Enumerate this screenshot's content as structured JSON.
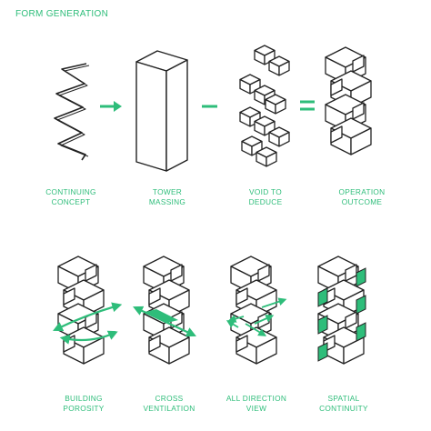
{
  "title": "FORM GENERATION",
  "accent": "#2ebd7a",
  "steps_row1": [
    {
      "line1": "CONTINUING",
      "line2": "CONCEPT"
    },
    {
      "line1": "TOWER",
      "line2": "MASSING"
    },
    {
      "line1": "VOID TO",
      "line2": "DEDUCE"
    },
    {
      "line1": "OPERATION",
      "line2": "OUTCOME"
    }
  ],
  "operators": [
    "arrow-right",
    "minus",
    "equals"
  ],
  "steps_row2": [
    {
      "line1": "BUILDING",
      "line2": "POROSITY"
    },
    {
      "line1": "CROSS",
      "line2": "VENTILATION"
    },
    {
      "line1": "ALL DIRECTION",
      "line2": "VIEW"
    },
    {
      "line1": "SPATIAL",
      "line2": "CONTINUITY"
    }
  ]
}
